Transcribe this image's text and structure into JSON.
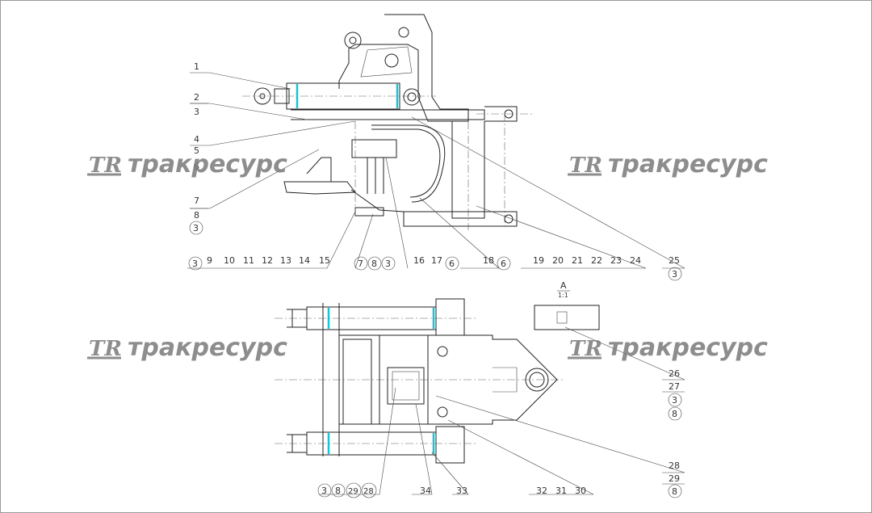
{
  "watermark": {
    "logo": "TR",
    "text": "тракресурс"
  },
  "section_view": {
    "letter": "A",
    "scale": "1:1"
  },
  "callouts_top": {
    "c1": "1",
    "c2": "2",
    "c3a": "3",
    "c4": "4",
    "c5": "5",
    "c6": "6",
    "c7": "7",
    "c8": "8",
    "c3b": "3",
    "row": [
      "3",
      "9",
      "10",
      "11",
      "12",
      "13",
      "14",
      "15"
    ],
    "g1": [
      "7",
      "8",
      "3"
    ],
    "c16": "16",
    "c17": "17",
    "c6b": "6",
    "c18": "18",
    "c6c": "6",
    "row2": [
      "19",
      "20",
      "21",
      "22",
      "23",
      "24"
    ],
    "c25": "25",
    "c3c": "3"
  },
  "callouts_bottom": {
    "right1": [
      "26",
      "27",
      "3",
      "8"
    ],
    "right2": [
      "28",
      "29",
      "8"
    ],
    "g2": [
      "3",
      "8",
      "29",
      "28"
    ],
    "c34": "34",
    "c33": "33",
    "row3": [
      "32",
      "31",
      "30"
    ]
  }
}
